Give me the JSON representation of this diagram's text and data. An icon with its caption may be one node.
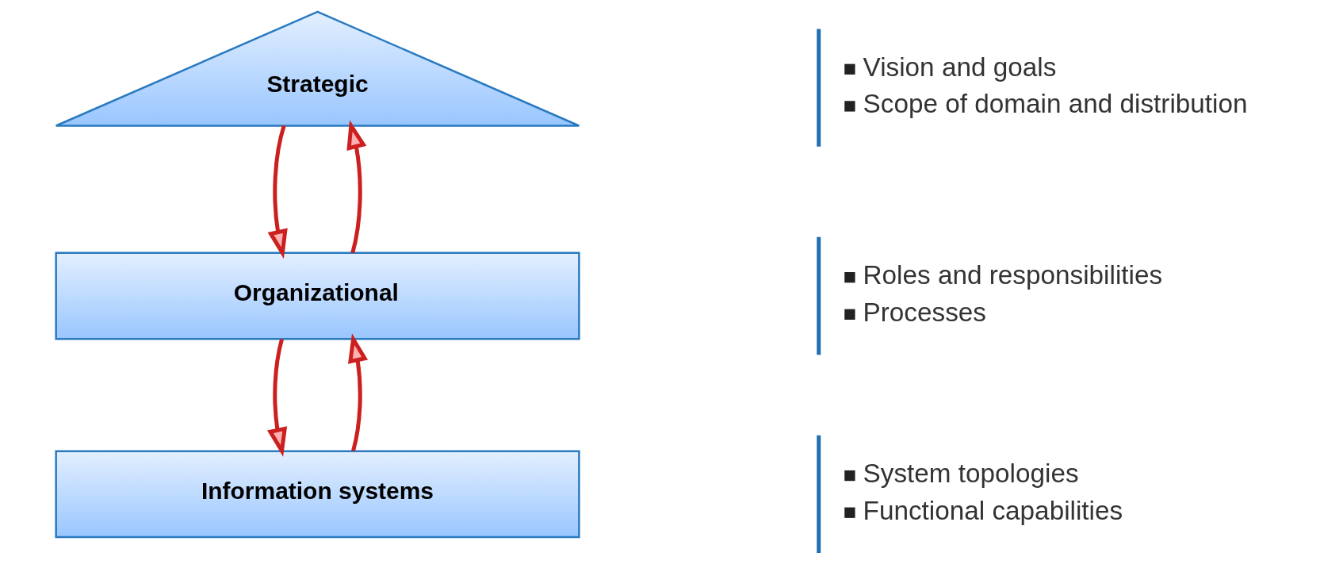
{
  "diagram": {
    "nodes": [
      {
        "text": [
          "Strategic"
        ],
        "beside": [
          "Vision and goals",
          "Scope of domain and distribution"
        ]
      },
      {
        "text": [
          "Organizational"
        ],
        "beside": [
          "Roles and responsibilities",
          "Processes"
        ]
      },
      {
        "text": [
          "Information systems"
        ],
        "beside": [
          "System topologies",
          "Functional capabilities"
        ]
      }
    ],
    "edges": [
      {
        "from": 0,
        "to": 1,
        "arrow": "to"
      },
      {
        "from": 1,
        "to": 0,
        "arrow": "to"
      },
      {
        "from": 1,
        "to": 2,
        "arrow": "to"
      },
      {
        "from": 2,
        "to": 1,
        "arrow": "to"
      }
    ]
  }
}
